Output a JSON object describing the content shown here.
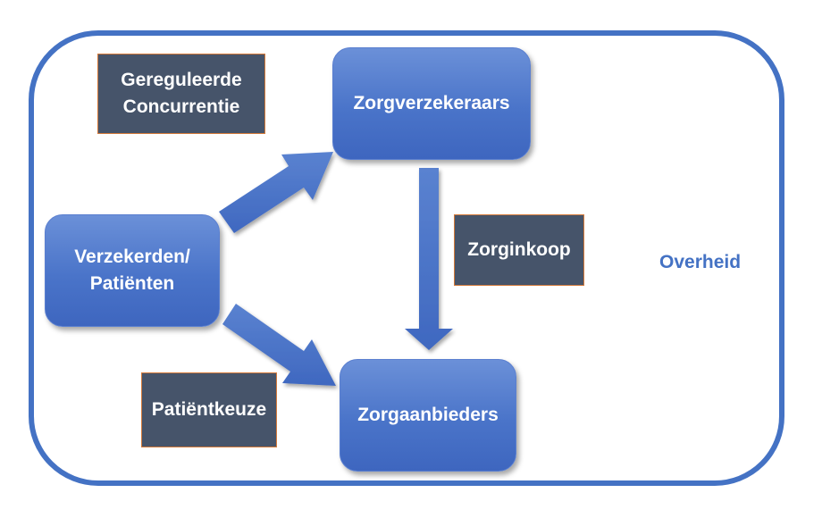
{
  "nodes": {
    "zorgverzekeraars": "Zorgverzekeraars",
    "verzekerden_line1": "Verzekerden/",
    "verzekerden_line2": "Patiënten",
    "zorgaanbieders": "Zorgaanbieders"
  },
  "labels": {
    "gereguleerde_line1": "Gereguleerde",
    "gereguleerde_line2": "Concurrentie",
    "zorginkoop": "Zorginkoop",
    "patientkeuze": "Patiëntkeuze"
  },
  "outer_label": "Overheid",
  "colors": {
    "primary": "#4472c4",
    "label_fill": "#46546a",
    "label_border": "#d47a3a"
  }
}
